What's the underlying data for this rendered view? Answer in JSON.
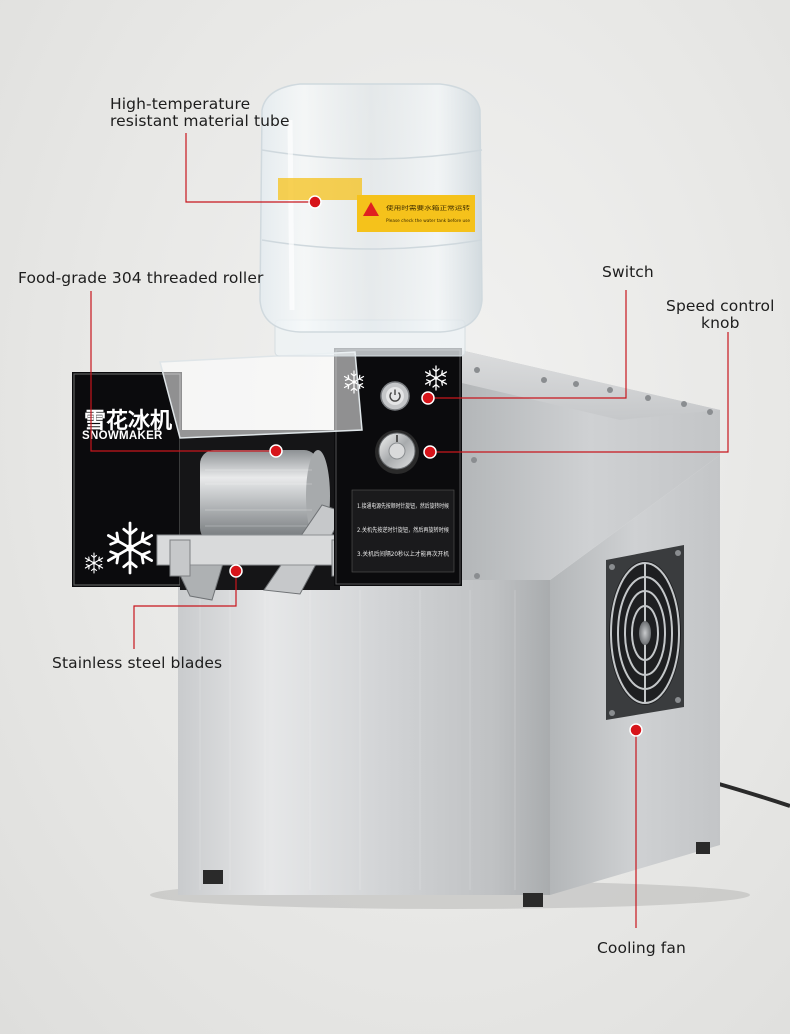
{
  "callouts": {
    "tube": {
      "line1": "High-temperature",
      "line2": "resistant material tube"
    },
    "roller": "Food-grade 304 threaded roller",
    "switch": "Switch",
    "speed_knob": {
      "line1": "Speed control",
      "line2": "knob"
    },
    "blades": "Stainless steel blades",
    "fan": "Cooling fan"
  },
  "machine": {
    "brand_cn": "雪花冰机",
    "brand_en": "SNOWMAKER",
    "instructions": [
      "1.接通电源先按顺时针旋钮，然后旋转时候",
      "2.关机先按逆时针旋钮，然后再旋转时候",
      "3.关机后间隔20秒以上才能再次开机"
    ],
    "warning_cn": "使用时需要水箱正常运转",
    "warning_en": "Please check the water tank before use"
  },
  "colors": {
    "marker": "#d7141a",
    "leader": "#c8161d",
    "steel_light": "#e4e5e6",
    "steel_dark": "#9fa2a5",
    "panel": "#0b0b0d",
    "warning_yellow": "#f5c21b"
  }
}
